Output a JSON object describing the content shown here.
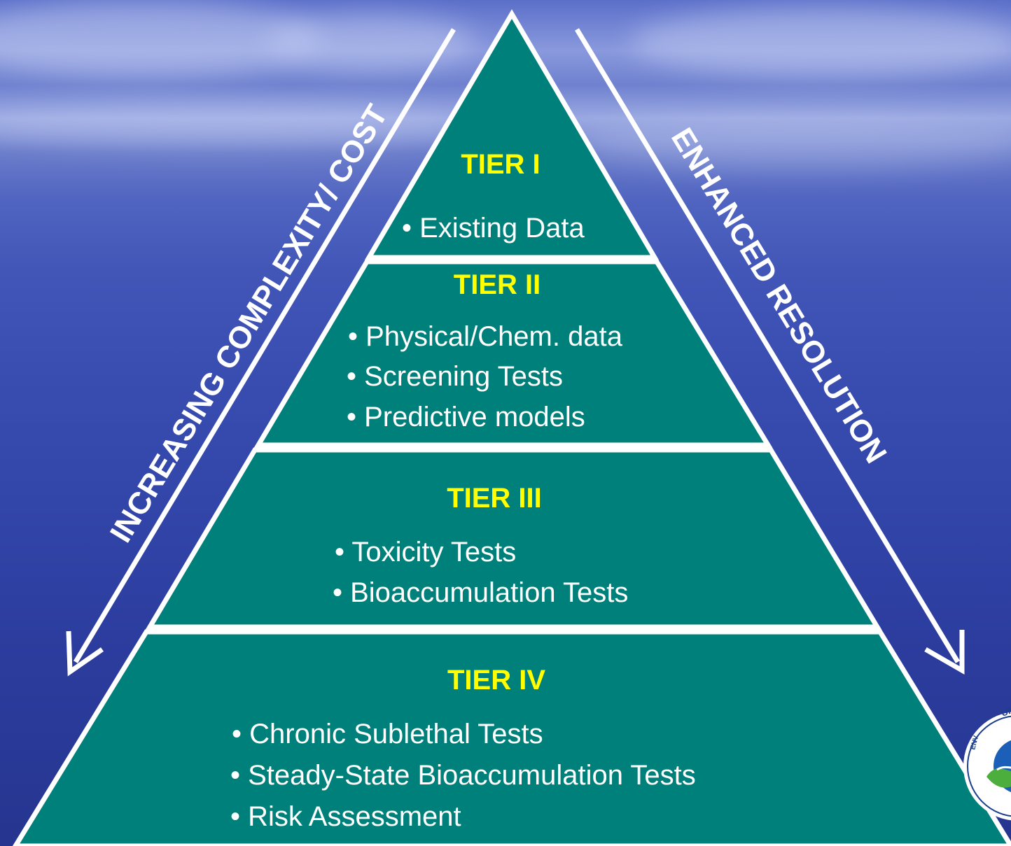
{
  "colors": {
    "pyramid_fill": "#00807a",
    "outline": "#ffffff",
    "tier_title": "#ffff00",
    "bullet_text": "#ffffff",
    "sky": "#3a4cb2"
  },
  "arrows": {
    "left_label": "INCREASING COMPLEXITY/ COST",
    "right_label": "ENHANCED RESOLUTION"
  },
  "tiers": [
    {
      "title": "TIER I",
      "items": [
        "• Existing Data"
      ]
    },
    {
      "title": "TIER II",
      "items": [
        "• Physical/Chem. data",
        "• Screening Tests",
        "• Predictive models"
      ]
    },
    {
      "title": "TIER III",
      "items": [
        "• Toxicity Tests",
        "• Bioaccumulation Tests"
      ]
    },
    {
      "title": "TIER IV",
      "items": [
        "• Chronic Sublethal Tests",
        "• Steady-State Bioaccumulation Tests",
        "• Risk Assessment"
      ]
    }
  ],
  "logo": {
    "icon": "epa-seal-icon",
    "text": "UNITED STATES · ENV"
  }
}
